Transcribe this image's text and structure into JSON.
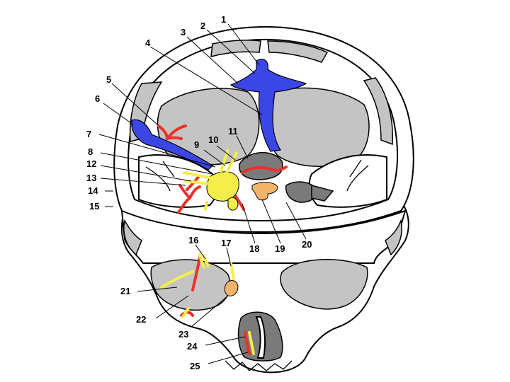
{
  "colors": {
    "vein": "#3b46e6",
    "artery": "#e8322a",
    "nerve": "#f5ee4a",
    "gland": "#f2b36b",
    "bone_shade": "#c4c4c4",
    "bone_dark": "#7a7a7a"
  },
  "labels": [
    {
      "id": "1",
      "text": "1"
    },
    {
      "id": "2",
      "text": "2"
    },
    {
      "id": "3",
      "text": "3"
    },
    {
      "id": "4",
      "text": "4"
    },
    {
      "id": "5",
      "text": "5"
    },
    {
      "id": "6",
      "text": "6"
    },
    {
      "id": "7",
      "text": "7"
    },
    {
      "id": "8",
      "text": "8"
    },
    {
      "id": "9",
      "text": "9"
    },
    {
      "id": "10",
      "text": "10"
    },
    {
      "id": "11",
      "text": "11"
    },
    {
      "id": "12",
      "text": "12"
    },
    {
      "id": "13",
      "text": "13"
    },
    {
      "id": "14",
      "text": "14"
    },
    {
      "id": "15",
      "text": "15"
    },
    {
      "id": "16",
      "text": "16"
    },
    {
      "id": "17",
      "text": "17"
    },
    {
      "id": "18",
      "text": "18"
    },
    {
      "id": "19",
      "text": "19"
    },
    {
      "id": "20",
      "text": "20"
    },
    {
      "id": "21",
      "text": "21"
    },
    {
      "id": "22",
      "text": "22"
    },
    {
      "id": "23",
      "text": "23"
    },
    {
      "id": "24",
      "text": "24"
    },
    {
      "id": "25",
      "text": "25"
    }
  ]
}
